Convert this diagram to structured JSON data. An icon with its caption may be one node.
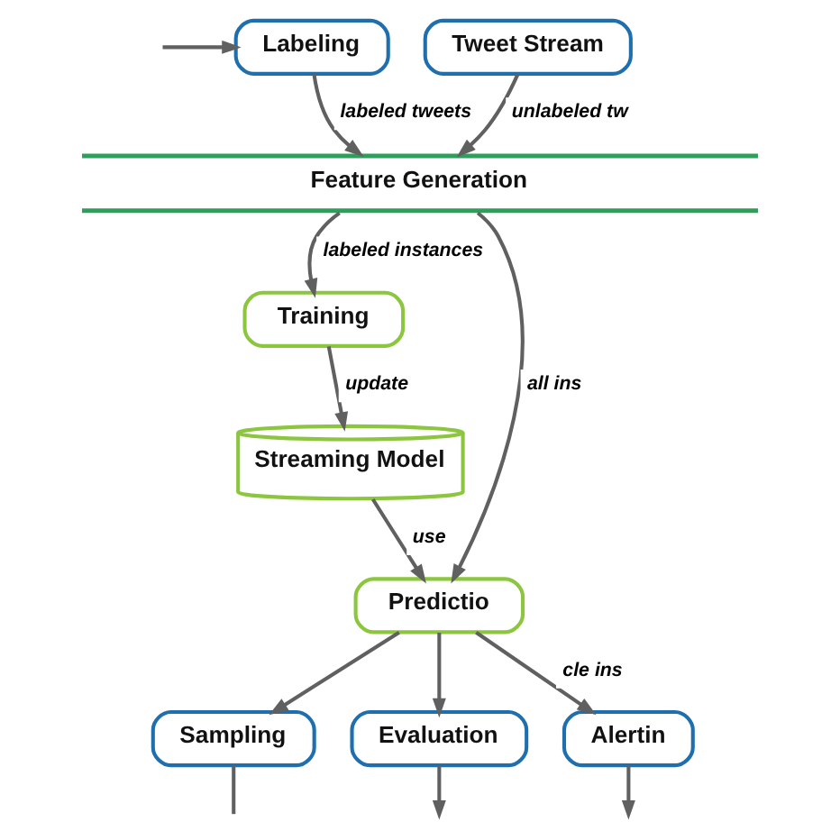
{
  "diagram": {
    "nodes": [
      {
        "text": [
          "Labeling"
        ]
      },
      {
        "text": [
          "Tweet Stream"
        ]
      },
      {
        "text": [
          "Feature Generation"
        ]
      },
      {
        "text": [
          "Training"
        ]
      },
      {
        "text": [
          "Streaming Model"
        ]
      },
      {
        "text": [
          "Predictio"
        ]
      },
      {
        "text": [
          "Sampling"
        ]
      },
      {
        "text": [
          "Evaluation"
        ]
      },
      {
        "text": [
          "Alertin"
        ]
      }
    ],
    "edges": [
      {
        "from": null,
        "to": 0,
        "arrow": "to"
      },
      {
        "from": 0,
        "to": 2,
        "arrow": "to",
        "label": "labeled tweets"
      },
      {
        "from": 1,
        "to": 2,
        "arrow": "to",
        "label": "unlabeled tw"
      },
      {
        "from": 2,
        "to": 3,
        "arrow": "to",
        "label": "labeled instances"
      },
      {
        "from": 2,
        "to": 5,
        "arrow": "to",
        "label": "all ins"
      },
      {
        "from": 3,
        "to": 4,
        "arrow": "to",
        "label": "update"
      },
      {
        "from": 4,
        "to": 5,
        "arrow": "to",
        "label": "use"
      },
      {
        "from": 5,
        "to": 6,
        "arrow": "to"
      },
      {
        "from": 5,
        "to": 7,
        "arrow": "to"
      },
      {
        "from": 5,
        "to": 8,
        "arrow": "to",
        "label": "cle ins"
      },
      {
        "from": 6,
        "to": null,
        "arrow": "none"
      },
      {
        "from": 7,
        "to": null,
        "arrow": "to"
      },
      {
        "from": 8,
        "to": null,
        "arrow": "to"
      }
    ]
  }
}
